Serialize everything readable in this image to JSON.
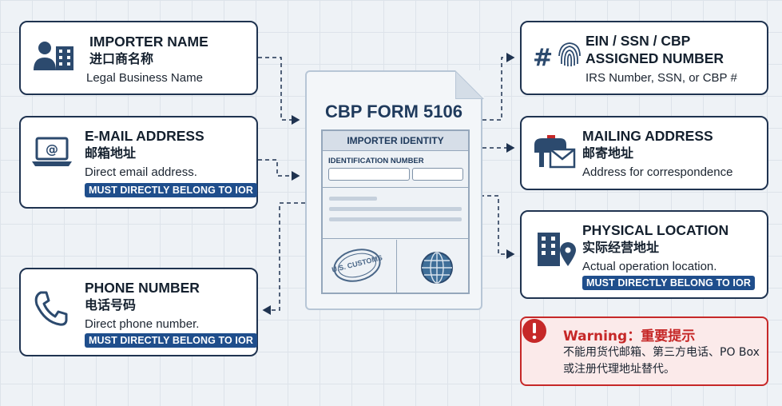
{
  "form": {
    "title": "CBP FORM 5106",
    "section_head": "IMPORTER IDENTITY",
    "id_label": "IDENTIFICATION NUMBER",
    "stamp_text": "U.S. CUSTOMS"
  },
  "cards": {
    "importer_name": {
      "title": "IMPORTER NAME",
      "cn": "进口商名称",
      "desc": "Legal Business Name"
    },
    "email": {
      "title": "E-MAIL ADDRESS",
      "cn": "邮箱地址",
      "desc": "Direct email address.",
      "badge": "MUST DIRECTLY BELONG TO IOR"
    },
    "phone": {
      "title": "PHONE NUMBER",
      "cn": "电话号码",
      "desc": "Direct phone number.",
      "badge": "MUST DIRECTLY BELONG TO IOR"
    },
    "ein": {
      "title_line1": "EIN / SSN / CBP",
      "title_line2": "ASSIGNED NUMBER",
      "desc": "IRS Number, SSN, or CBP #"
    },
    "mailing": {
      "title": "MAILING ADDRESS",
      "cn": "邮寄地址",
      "desc": "Address for correspondence"
    },
    "physical": {
      "title": "PHYSICAL LOCATION",
      "cn": "实际经营地址",
      "desc": "Actual operation location.",
      "badge": "MUST DIRECTLY BELONG TO IOR"
    }
  },
  "warning": {
    "title": "Warning：重要提示",
    "body": "不能用货代邮箱、第三方电话、PO Box或注册代理地址替代。"
  },
  "colors": {
    "navy": "#1f3350",
    "badge": "#1f4e8c",
    "warning": "#c62828"
  }
}
